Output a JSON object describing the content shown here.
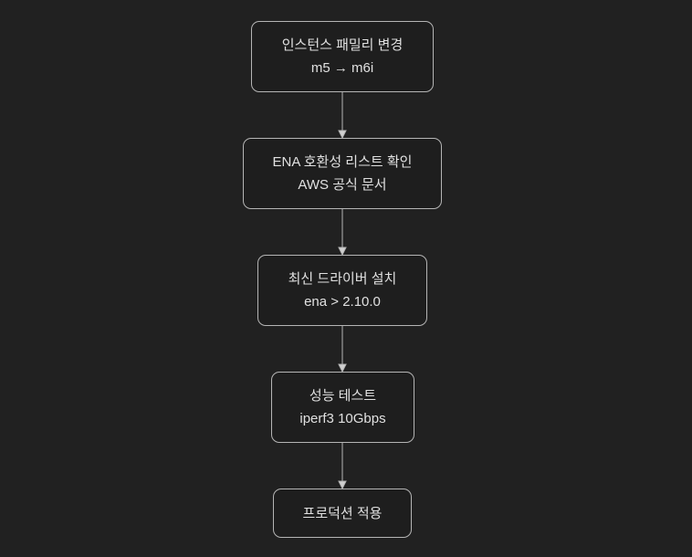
{
  "nodes": [
    {
      "title": "인스턴스 패밀리 변경",
      "subtitle": "m5 → m6i"
    },
    {
      "title": "ENA 호환성 리스트 확인",
      "subtitle": "AWS 공식 문서"
    },
    {
      "title": "최신 드라이버 설치",
      "subtitle": "ena > 2.10.0"
    },
    {
      "title": "성능 테스트",
      "subtitle": "iperf3 10Gbps"
    },
    {
      "title": "프로덕션 적용"
    }
  ],
  "colors": {
    "background": "#212121",
    "node_border": "#b5b5b5",
    "text": "#e0e0e0",
    "edge": "#b5b5b5"
  }
}
